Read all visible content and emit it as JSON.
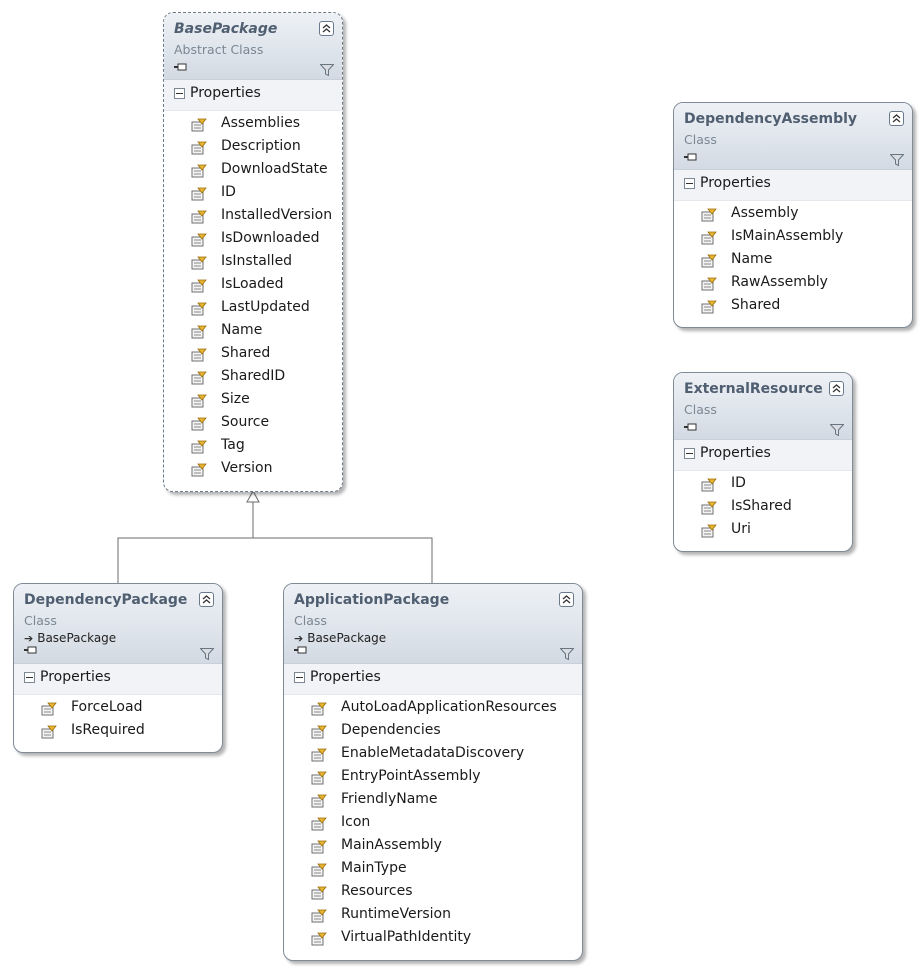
{
  "compartment_label": "Properties",
  "classes": {
    "base_package": {
      "name": "BasePackage",
      "kind": "Abstract Class",
      "properties": [
        "Assemblies",
        "Description",
        "DownloadState",
        "ID",
        "InstalledVersion",
        "IsDownloaded",
        "IsInstalled",
        "IsLoaded",
        "LastUpdated",
        "Name",
        "Shared",
        "SharedID",
        "Size",
        "Source",
        "Tag",
        "Version"
      ]
    },
    "dependency_assembly": {
      "name": "DependencyAssembly",
      "kind": "Class",
      "properties": [
        "Assembly",
        "IsMainAssembly",
        "Name",
        "RawAssembly",
        "Shared"
      ]
    },
    "external_resource": {
      "name": "ExternalResource",
      "kind": "Class",
      "properties": [
        "ID",
        "IsShared",
        "Uri"
      ]
    },
    "dependency_package": {
      "name": "DependencyPackage",
      "kind": "Class",
      "base": "BasePackage",
      "properties": [
        "ForceLoad",
        "IsRequired"
      ]
    },
    "application_package": {
      "name": "ApplicationPackage",
      "kind": "Class",
      "base": "BasePackage",
      "properties": [
        "AutoLoadApplicationResources",
        "Dependencies",
        "EnableMetadataDiscovery",
        "EntryPointAssembly",
        "FriendlyName",
        "Icon",
        "MainAssembly",
        "MainType",
        "Resources",
        "RuntimeVersion",
        "VirtualPathIdentity"
      ]
    }
  },
  "icons": {
    "collapse": "double-chevron-up-icon",
    "filter": "filter-icon",
    "property": "property-icon",
    "key": "class-key-icon",
    "inherits": "inheritance-arrow-icon"
  },
  "colors": {
    "header_top": "#eef1f5",
    "header_bottom": "#d3dae3",
    "title": "#4f5e70",
    "border": "#7f8b97"
  }
}
